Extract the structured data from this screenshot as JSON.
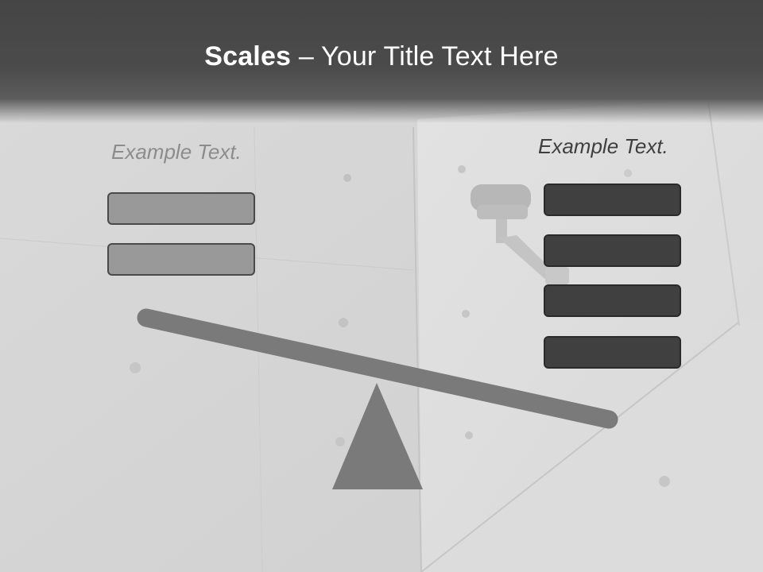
{
  "slide": {
    "title_bold": "Scales",
    "title_rest": " – Your Title Text Here",
    "left_label": "Example Text.",
    "right_label": "Example Text."
  },
  "left_boxes": [
    "",
    ""
  ],
  "right_boxes": [
    "",
    "",
    "",
    ""
  ],
  "colors": {
    "header": "#4a4a4a",
    "light_box": "#999999",
    "dark_box": "#404040",
    "beam": "#7a7a7a",
    "fulcrum": "#7a7a7a"
  },
  "background_image": "concrete-wall-with-security-camera"
}
